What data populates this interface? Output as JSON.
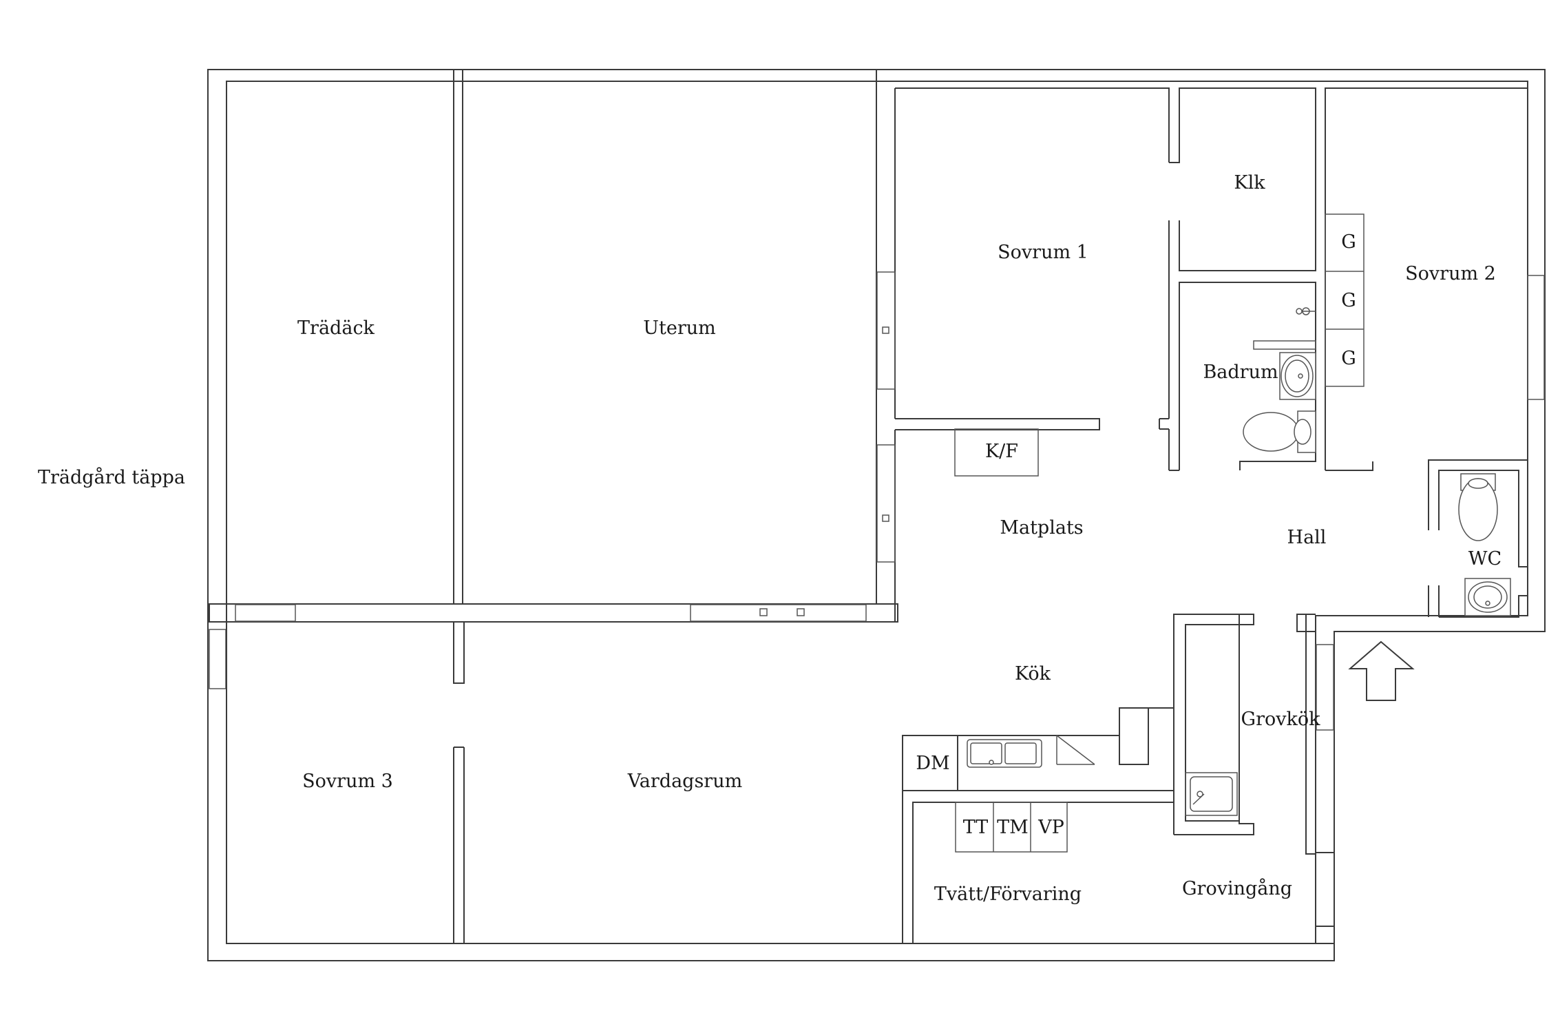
{
  "labels": {
    "garden": "Trädgård täppa",
    "deck": "Trädäck",
    "sunroom": "Uterum",
    "bedroom1": "Sovrum 1",
    "closet": "Klk",
    "bedroom2": "Sovrum 2",
    "wardrobe_1": "G",
    "wardrobe_2": "G",
    "wardrobe_3": "G",
    "bathroom": "Badrum",
    "fridge_freezer": "K/F",
    "dining": "Matplats",
    "hall": "Hall",
    "wc": "WC",
    "kitchen": "Kök",
    "utility_kitchen": "Grovkök",
    "dishwasher": "DM",
    "living_room": "Vardagsrum",
    "bedroom3": "Sovrum 3",
    "tumble_dryer": "TT",
    "washing_machine": "TM",
    "water_heater": "VP",
    "laundry_storage": "Tvätt/Förvaring",
    "back_entrance": "Grovingång"
  },
  "colors": {
    "line": "#3a3a3a",
    "background": "#ffffff",
    "text": "#1a1a1a"
  }
}
